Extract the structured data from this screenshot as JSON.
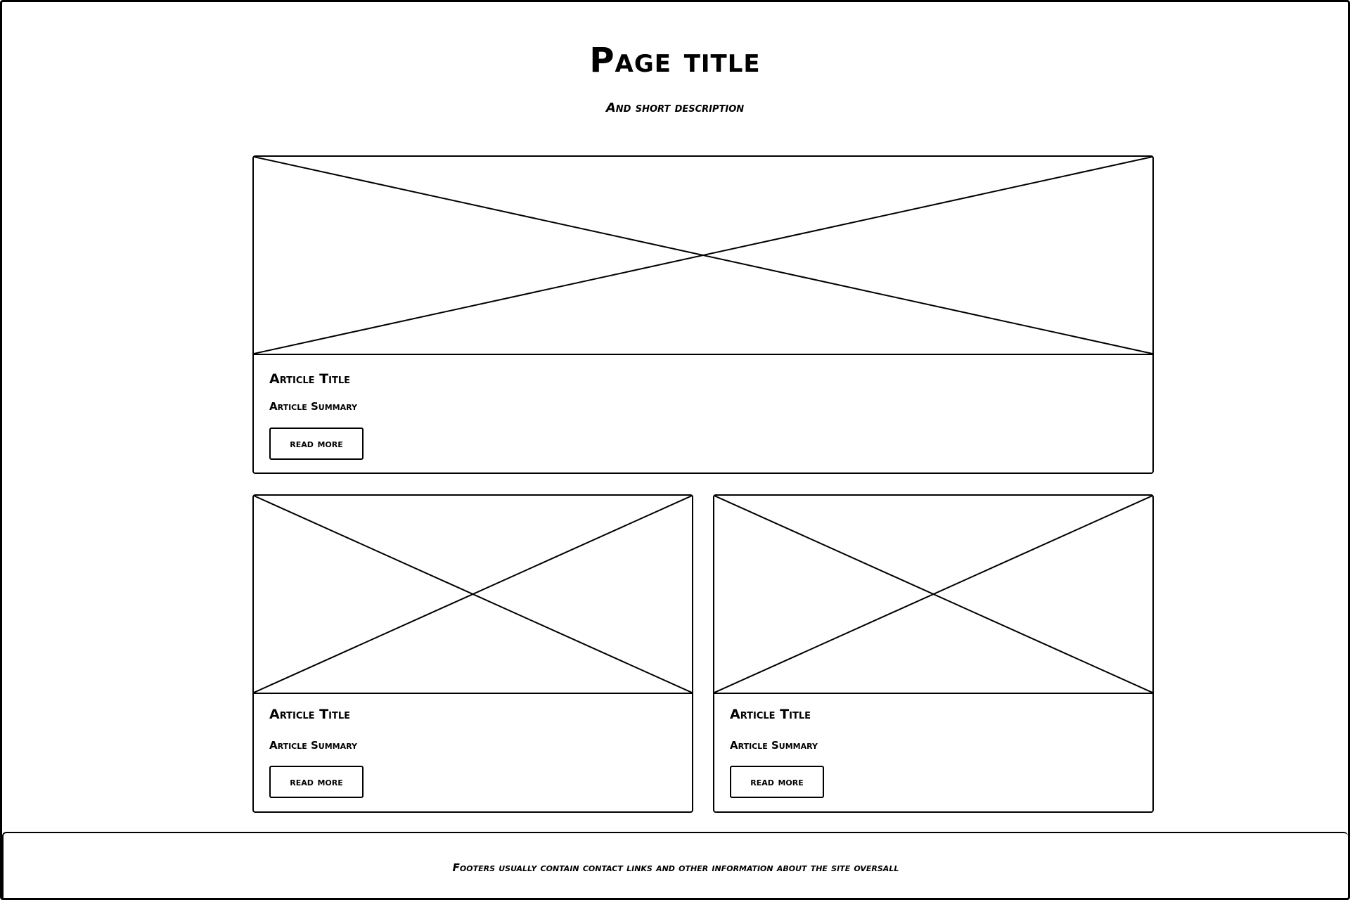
{
  "header": {
    "title": "Page title",
    "subtitle": "And short description"
  },
  "articles": [
    {
      "title": "Article Title",
      "summary": "Article Summary",
      "button_label": "read more"
    },
    {
      "title": "Article Title",
      "summary": "Article Summary",
      "button_label": "read more"
    },
    {
      "title": "Article Title",
      "summary": "Article Summary",
      "button_label": "read more"
    }
  ],
  "footer": {
    "text": "Footers usually contain contact links and other information about the site oversall"
  }
}
